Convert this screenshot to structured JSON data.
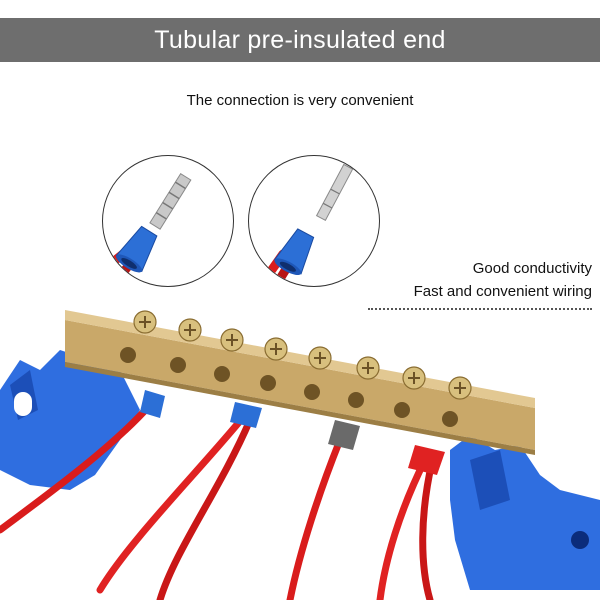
{
  "banner": {
    "title": "Tubular pre-insulated end"
  },
  "subtitle": "The connection is very convenient",
  "features": [
    "Good conductivity",
    "Fast and convenient wiring"
  ],
  "colors": {
    "banner": "#6e6e6e",
    "ferrule_blue": "#2c6fd6",
    "wire_red": "#d91c1c",
    "brass": "#c9a869",
    "base_blue": "#2f6ee0",
    "ferrule_gray": "#6a6a6a"
  }
}
